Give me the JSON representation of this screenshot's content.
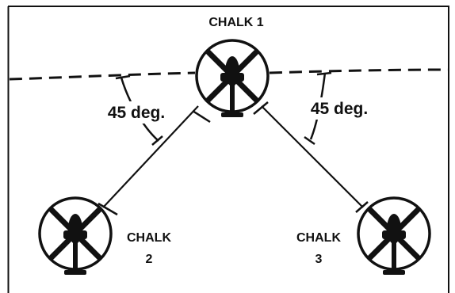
{
  "labels": {
    "chalk1": "CHALK 1",
    "chalk2_line1": "CHALK",
    "chalk2_line2": "2",
    "chalk3_line1": "CHALK",
    "chalk3_line2": "3",
    "angle_left": "45 deg.",
    "angle_right": "45 deg."
  },
  "helicopters": [
    {
      "id": "chalk-1",
      "name": "CHALK 1"
    },
    {
      "id": "chalk-2",
      "name": "CHALK 2"
    },
    {
      "id": "chalk-3",
      "name": "CHALK 3"
    }
  ],
  "colors": {
    "ink": "#111111",
    "background": "#ffffff"
  }
}
